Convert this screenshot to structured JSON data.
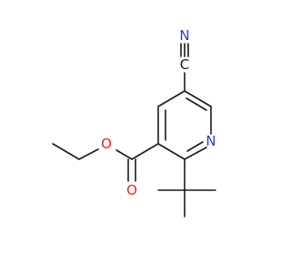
{
  "molecule": {
    "atoms": {
      "cyano_c": "C",
      "cyano_n": "N",
      "ring_n": "N",
      "carbonyl_o": "O",
      "ester_o": "O"
    },
    "colors": {
      "bond": "#1a1a1a",
      "nitrogen": "#2a3cd6",
      "oxygen": "#e0241b"
    }
  }
}
